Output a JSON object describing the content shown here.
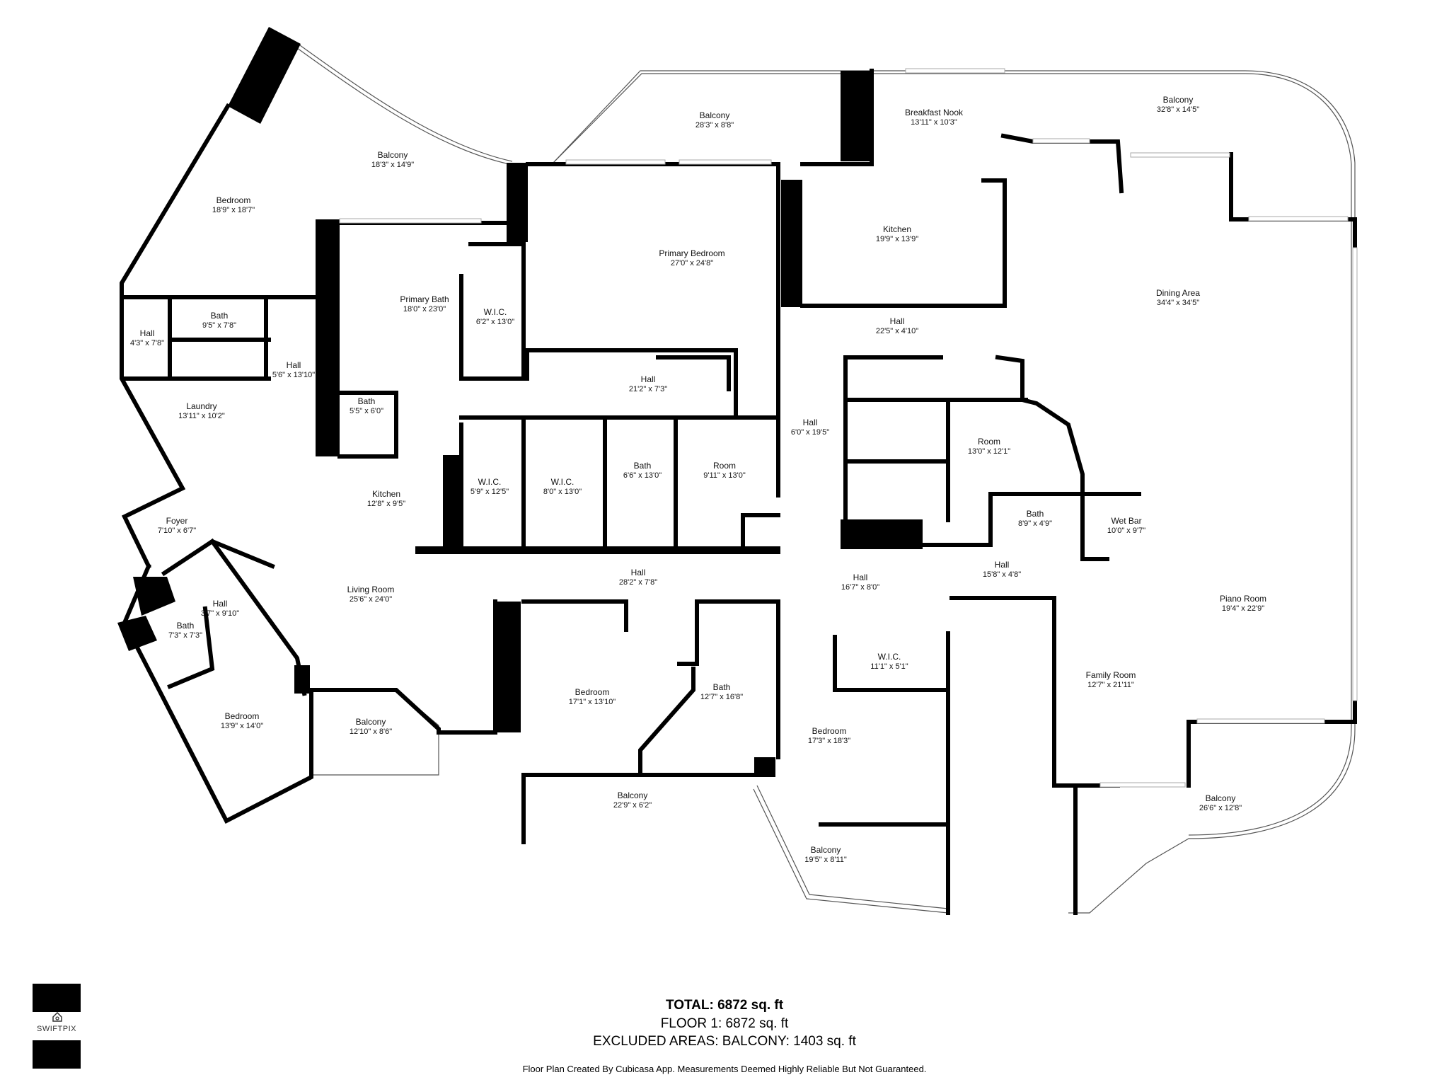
{
  "rooms": [
    {
      "name": "Balcony",
      "dims": "18'3\" x 14'9\""
    },
    {
      "name": "Bedroom",
      "dims": "18'9\" x 18'7\""
    },
    {
      "name": "Balcony",
      "dims": "28'3\" x 8'8\""
    },
    {
      "name": "Breakfast Nook",
      "dims": "13'11\" x 10'3\""
    },
    {
      "name": "Balcony",
      "dims": "32'8\" x 14'5\""
    },
    {
      "name": "Kitchen",
      "dims": "19'9\" x 13'9\""
    },
    {
      "name": "Primary Bedroom",
      "dims": "27'0\" x 24'8\""
    },
    {
      "name": "Primary Bath",
      "dims": "18'0\" x 23'0\""
    },
    {
      "name": "W.I.C.",
      "dims": "6'2\" x 13'0\""
    },
    {
      "name": "Dining Area",
      "dims": "34'4\" x 34'5\""
    },
    {
      "name": "Bath",
      "dims": "9'5\" x 7'8\""
    },
    {
      "name": "Hall",
      "dims": "4'3\" x 7'8\""
    },
    {
      "name": "Hall",
      "dims": "22'5\" x 4'10\""
    },
    {
      "name": "Hall",
      "dims": "5'6\" x 13'10\""
    },
    {
      "name": "Hall",
      "dims": "21'2\" x 7'3\""
    },
    {
      "name": "Laundry",
      "dims": "13'11\" x 10'2\""
    },
    {
      "name": "Bath",
      "dims": "5'5\" x 6'0\""
    },
    {
      "name": "Room",
      "dims": "13'0\" x 12'1\""
    },
    {
      "name": "Hall",
      "dims": "6'0\" x 19'5\""
    },
    {
      "name": "Bath",
      "dims": "6'6\" x 13'0\""
    },
    {
      "name": "Room",
      "dims": "9'11\" x 13'0\""
    },
    {
      "name": "W.I.C.",
      "dims": "5'9\" x 12'5\""
    },
    {
      "name": "W.I.C.",
      "dims": "8'0\" x 13'0\""
    },
    {
      "name": "Kitchen",
      "dims": "12'8\" x 9'5\""
    },
    {
      "name": "Bath",
      "dims": "8'9\" x 4'9\""
    },
    {
      "name": "Wet Bar",
      "dims": "10'0\" x 9'7\""
    },
    {
      "name": "Foyer",
      "dims": "7'10\" x 6'7\""
    },
    {
      "name": "Hall",
      "dims": "15'8\" x 4'8\""
    },
    {
      "name": "Hall",
      "dims": "28'2\" x 7'8\""
    },
    {
      "name": "Hall",
      "dims": "16'7\" x 8'0\""
    },
    {
      "name": "Living Room",
      "dims": "25'6\" x 24'0\""
    },
    {
      "name": "Hall",
      "dims": "3'7\" x 9'10\""
    },
    {
      "name": "Piano Room",
      "dims": "19'4\" x 22'9\""
    },
    {
      "name": "Bath",
      "dims": "7'3\" x 7'3\""
    },
    {
      "name": "W.I.C.",
      "dims": "11'1\" x 5'1\""
    },
    {
      "name": "Family Room",
      "dims": "12'7\" x 21'11\""
    },
    {
      "name": "Bedroom",
      "dims": "17'1\" x 13'10\""
    },
    {
      "name": "Bath",
      "dims": "12'7\" x 16'8\""
    },
    {
      "name": "Bedroom",
      "dims": "13'9\" x 14'0\""
    },
    {
      "name": "Balcony",
      "dims": "12'10\" x 8'6\""
    },
    {
      "name": "Bedroom",
      "dims": "17'3\" x 18'3\""
    },
    {
      "name": "Balcony",
      "dims": "22'9\" x 6'2\""
    },
    {
      "name": "Balcony",
      "dims": "26'6\" x 12'8\""
    },
    {
      "name": "Balcony",
      "dims": "19'5\" x 8'11\""
    }
  ],
  "summary": {
    "total": "TOTAL: 6872 sq. ft",
    "floor": "FLOOR 1: 6872 sq. ft",
    "excluded": "EXCLUDED AREAS: BALCONY: 1403 sq. ft"
  },
  "disclaimer": "Floor Plan Created By Cubicasa App. Measurements Deemed Highly Reliable But Not Guaranteed.",
  "logo": {
    "brand": "SWIFTPIX",
    "icon": "house-camera-icon"
  }
}
